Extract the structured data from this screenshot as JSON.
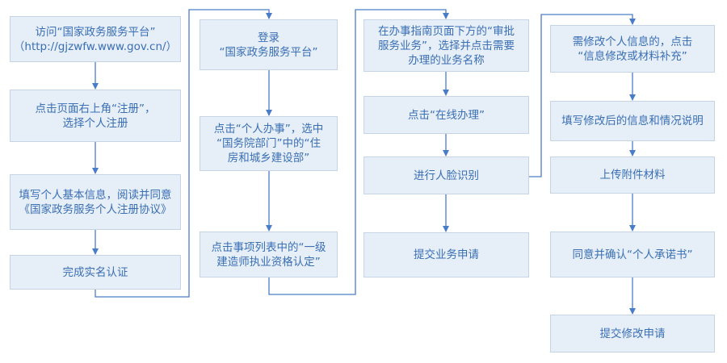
{
  "colors": {
    "box_fill": "#e6eef8",
    "box_border": "#c6d4e6",
    "text": "#3a6fb3",
    "arrow": "#4a7dc8"
  },
  "columns": [
    {
      "steps": [
        "访问“国家政务服务平台”\n（http://gjzwfw.www.gov.cn/）",
        "点击页面右上角“注册”，\n选择个人注册",
        "填写个人基本信息，阅读并同意\n《国家政务服务个人注册协议》",
        "完成实名认证"
      ]
    },
    {
      "steps": [
        "登录\n“国家政务服务平台”",
        "点击“个人办事”，选中\n“国务院部门”中的“住\n房和城乡建设部”",
        "点击事项列表中的“一级\n建造师执业资格认定”"
      ]
    },
    {
      "steps": [
        "在办事指南页面下方的“审批\n服务业务”，选择并点击需要\n办理的业务名称",
        "点击“在线办理”",
        "进行人脸识别",
        "提交业务申请"
      ]
    },
    {
      "steps": [
        "需修改个人信息的，点击\n“信息修改或材料补充”",
        "填写修改后的信息和情况说明",
        "上传附件材料",
        "同意并确认“个人承诺书”",
        "提交修改申请"
      ]
    }
  ]
}
